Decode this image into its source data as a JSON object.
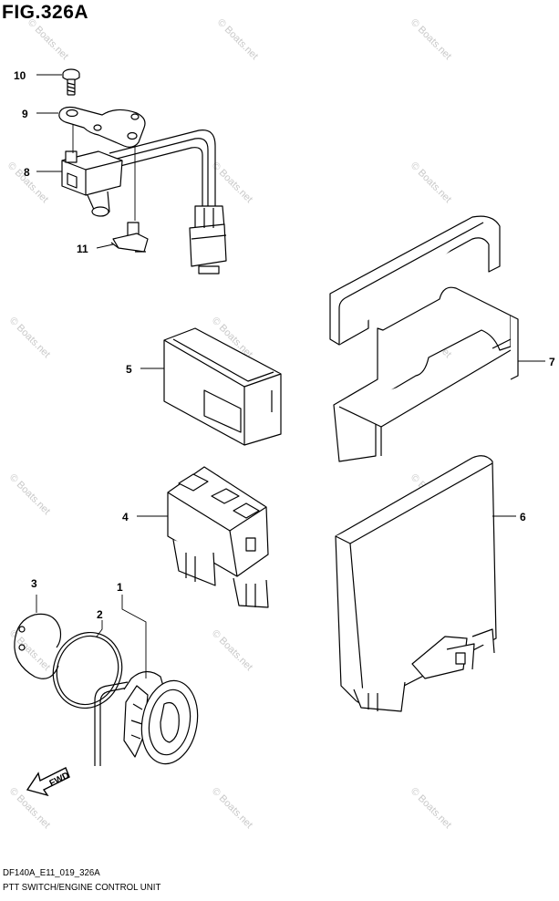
{
  "figure": {
    "title": "FIG.326A",
    "code": "DF140A_E11_019_326A",
    "description": "PTT SWITCH/ENGINE CONTROL UNIT"
  },
  "watermark": {
    "text": "© Boats.net"
  },
  "fwd_label": "FWD",
  "callouts": {
    "c1": "1",
    "c2": "2",
    "c3": "3",
    "c4": "4",
    "c5": "5",
    "c6": "6",
    "c7": "7",
    "c8": "8",
    "c9": "9",
    "c10": "10",
    "c11": "11"
  }
}
